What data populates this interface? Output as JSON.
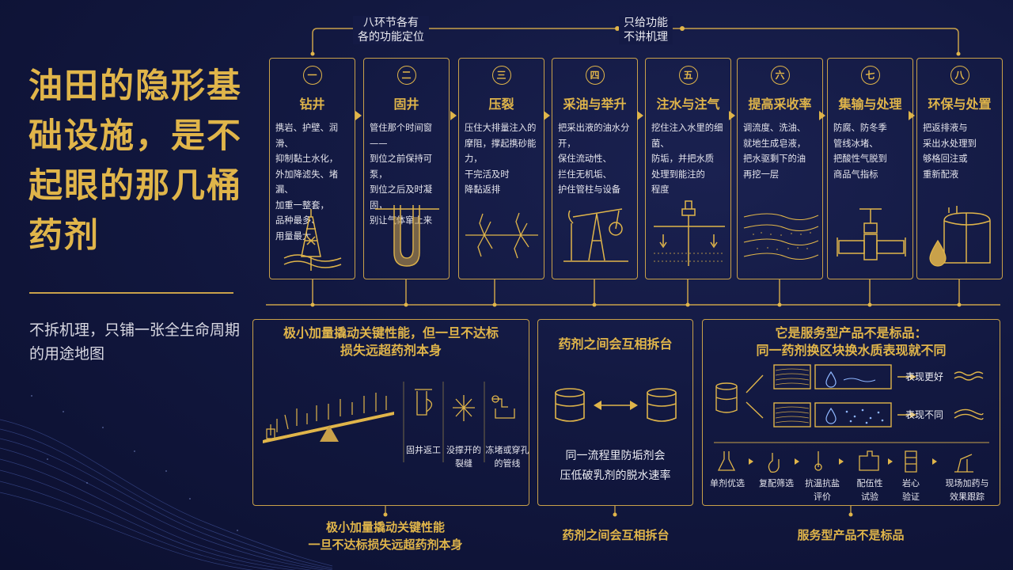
{
  "title": "油田的隐形基础设施，是不起眼的那几桶药剂",
  "subtitle": "不拆机理，只铺一张全生命周期的用途地图",
  "top_notes": {
    "left": "八环节各有\n各的功能定位",
    "right": "只给功能\n不讲机理"
  },
  "stages": [
    {
      "num": "一",
      "name": "钻井",
      "desc": "携岩、护壁、润滑、\n抑制黏土水化，\n外加降滤失、堵漏、\n加重一整套，\n品种最多、\n用量最大",
      "icon": "drilling-rig-icon"
    },
    {
      "num": "二",
      "name": "固井",
      "desc": "管住那个时间窗——\n到位之前保持可泵，\n到位之后及时凝固，\n别让气体窜上来",
      "icon": "cemented-casing-icon"
    },
    {
      "num": "三",
      "name": "压裂",
      "desc": "压住大排量注入的\n摩阻，撑起携砂能力，\n干完活及时\n降黏返排",
      "icon": "fracture-icon"
    },
    {
      "num": "四",
      "name": "采油与举升",
      "desc": "把采出液的油水分开，\n保住流动性、\n拦住无机垢、\n护住管柱与设备",
      "icon": "pumpjack-icon"
    },
    {
      "num": "五",
      "name": "注水与注气",
      "desc": "挖住注入水里的细菌、\n防垢，并把水质\n处理到能注的\n程度",
      "icon": "injection-well-icon"
    },
    {
      "num": "六",
      "name": "提高采收率",
      "desc": "调流度、洗油、\n就地生成皂液，\n把水驱剩下的油\n再挖一层",
      "icon": "reservoir-layers-icon"
    },
    {
      "num": "七",
      "name": "集输与处理",
      "desc": "防腐、防冬季\n管线冰堵、\n把酸性气脱到\n商品气指标",
      "icon": "valve-pipeline-icon"
    },
    {
      "num": "八",
      "name": "环保与处置",
      "desc": "把返排液与\n采出水处理到\n够格回注或\n重新配液",
      "icon": "tank-droplet-icon"
    }
  ],
  "panel1": {
    "title": "极小加量撬动关键性能，但一旦不达标\n损失远超药剂本身",
    "captions": [
      "固井返工",
      "没撑开的\n裂缝",
      "冻堵或穿孔\n的管线"
    ],
    "bottom_label": "极小加量撬动关键性能\n一旦不达标损失远超药剂本身"
  },
  "panel2": {
    "title": "药剂之间会互相拆台",
    "text": "同一流程里防垢剂会\n压低破乳剂的脱水速率",
    "bottom_label": "药剂之间会互相拆台"
  },
  "panel3": {
    "title": "它是服务型产品不是标品：\n同一药剂换区块换水质表现就不同",
    "outcome_better": "表现更好",
    "outcome_different": "表现不同",
    "steps": [
      "单剂优选",
      "复配筛选",
      "抗温抗盐\n评价",
      "配伍性\n试验",
      "岩心\n验证",
      "现场加药与\n效果跟踪"
    ],
    "bottom_label": "服务型产品不是标品"
  },
  "colors": {
    "accent": "#e0b54a",
    "background": "#121840"
  }
}
